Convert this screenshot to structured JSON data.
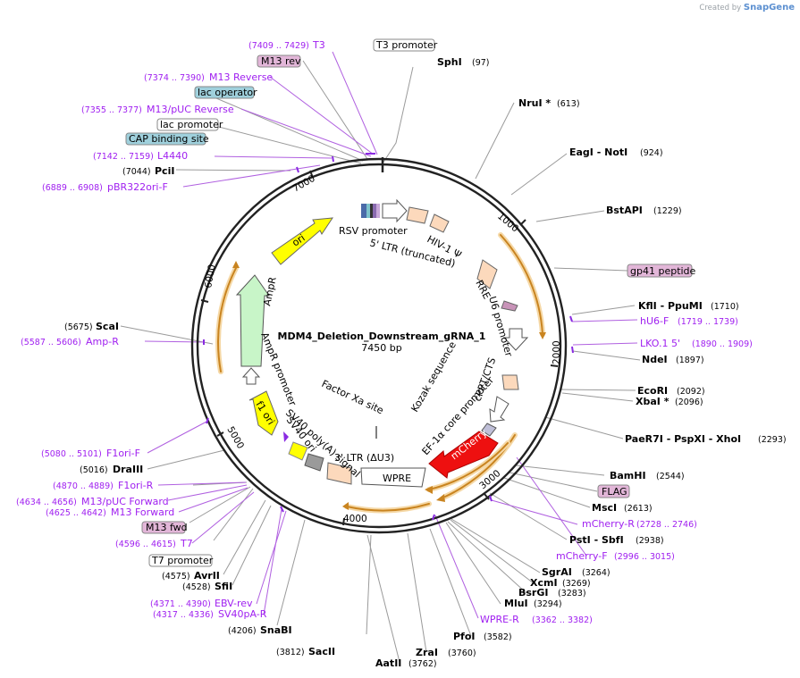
{
  "credit": {
    "prefix": "Created by",
    "brand": "SnapGene"
  },
  "map": {
    "name": "MDM4_Deletion_Downstream_gRNA_1",
    "length_label": "7450 bp",
    "ticks": [
      "1000",
      "2000",
      "3000",
      "4000",
      "5000",
      "6000",
      "7000"
    ]
  },
  "colors": {
    "enzyme": "#000000",
    "primer": "#a020f0",
    "feature_box_blue": "#9fd0dc",
    "feature_box_pink": "#e2b6d8",
    "backbone": "#222222"
  },
  "labels": {
    "t3": {
      "pos": "(7409 .. 7429)",
      "name": "T3"
    },
    "t3_promoter": "T3 promoter",
    "sphi": {
      "name": "SphI",
      "pos": "(97)"
    },
    "m13rev": "M13 rev",
    "m13reverse": {
      "pos": "(7374 .. 7390)",
      "name": "M13 Reverse"
    },
    "lac_operator": "lac operator",
    "m13puc_rev": {
      "pos": "(7355 .. 7377)",
      "name": "M13/pUC Reverse"
    },
    "lac_promoter": "lac promoter",
    "nrui": {
      "name": "NruI *",
      "pos": "(613)"
    },
    "cap": "CAP binding site",
    "l4440": {
      "pos": "(7142 .. 7159)",
      "name": "L4440"
    },
    "pcii": {
      "pos": "(7044)",
      "name": "PciI"
    },
    "eagi": {
      "name": "EagI  - NotI",
      "pos": "(924)"
    },
    "pbr322": {
      "pos": "(6889 .. 6908)",
      "name": "pBR322ori-F"
    },
    "bstapi": {
      "name": "BstAPI",
      "pos": "(1229)"
    },
    "gp41": "gp41 peptide",
    "kfli": {
      "name": "KflI  - PpuMI",
      "pos": "(1710)"
    },
    "hu6f": {
      "name": "hU6-F",
      "pos": "(1719 .. 1739)"
    },
    "scai": {
      "pos": "(5675)",
      "name": "ScaI"
    },
    "lko": {
      "name": "LKO.1 5'",
      "pos": "(1890 .. 1909)"
    },
    "ampr_primer": {
      "pos": "(5587 .. 5606)",
      "name": "Amp-R"
    },
    "ndei": {
      "name": "NdeI",
      "pos": "(1897)"
    },
    "ecori": {
      "name": "EcoRI",
      "pos": "(2092)"
    },
    "xbai": {
      "name": "XbaI *",
      "pos": "(2096)"
    },
    "paer7i": {
      "name": "PaeR7I  - PspXI  - XhoI",
      "pos": "(2293)"
    },
    "f1orif": {
      "pos": "(5080 .. 5101)",
      "name": "F1ori-F"
    },
    "draiii": {
      "pos": "(5016)",
      "name": "DraIII"
    },
    "bamhi": {
      "name": "BamHI",
      "pos": "(2544)"
    },
    "f1orir": {
      "pos": "(4870 .. 4889)",
      "name": "F1ori-R"
    },
    "flag": "FLAG",
    "m13puc_fwd": {
      "pos": "(4634 .. 4656)",
      "name": "M13/pUC Forward"
    },
    "msci": {
      "name": "MscI",
      "pos": "(2613)"
    },
    "m13forward": {
      "pos": "(4625 .. 4642)",
      "name": "M13 Forward"
    },
    "mcherryr": {
      "name": "mCherry-R",
      "pos": "(2728 .. 2746)"
    },
    "m13fwd": "M13 fwd",
    "psti": {
      "name": "PstI  - SbfI",
      "pos": "(2938)"
    },
    "t7": {
      "pos": "(4596 .. 4615)",
      "name": "T7"
    },
    "mcherryf": {
      "name": "mCherry-F",
      "pos": "(2996 .. 3015)"
    },
    "t7_promoter": "T7 promoter",
    "sgrai": {
      "name": "SgrAI",
      "pos": "(3264)"
    },
    "avrii": {
      "pos": "(4575)",
      "name": "AvrII"
    },
    "xcmi": {
      "name": "XcmI",
      "pos": "(3269)"
    },
    "sfii": {
      "pos": "(4528)",
      "name": "SfiI"
    },
    "bsrgi": {
      "name": "BsrGI",
      "pos": "(3283)"
    },
    "mlui": {
      "name": "MluI",
      "pos": "(3294)"
    },
    "ebv": {
      "pos": "(4371 .. 4390)",
      "name": "EBV-rev"
    },
    "sv40pa": {
      "pos": "(4317 .. 4336)",
      "name": "SV40pA-R"
    },
    "wprer": {
      "name": "WPRE-R",
      "pos": "(3362 .. 3382)"
    },
    "snabi": {
      "pos": "(4206)",
      "name": "SnaBI"
    },
    "pfoi": {
      "name": "PfoI",
      "pos": "(3582)"
    },
    "sacii": {
      "pos": "(3812)",
      "name": "SacII"
    },
    "zrai": {
      "name": "ZraI",
      "pos": "(3760)"
    },
    "aatii": {
      "name": "AatII",
      "pos": "(3762)"
    }
  },
  "features": {
    "rsv": "RSV promoter",
    "ltr5": "5' LTR (truncated)",
    "hiv": "HIV-1 Ψ",
    "rre": "RRE",
    "u6": "U6 promoter",
    "cppt": "cPPT/CTS",
    "kozak": "Kozak sequence",
    "ef1a": "EF-1α core promoter",
    "mcherry": "mCherry",
    "wpre": "WPRE",
    "ltr3": "3' LTR (ΔU3)",
    "sv40pa": "SV40 poly(A) signal",
    "sv40ori": "SV40 ori",
    "f1ori": "f1 ori",
    "factorxa": "Factor Xa site",
    "ampr_promoter": "AmpR promoter",
    "ampr": "AmpR",
    "ori": "ori"
  }
}
